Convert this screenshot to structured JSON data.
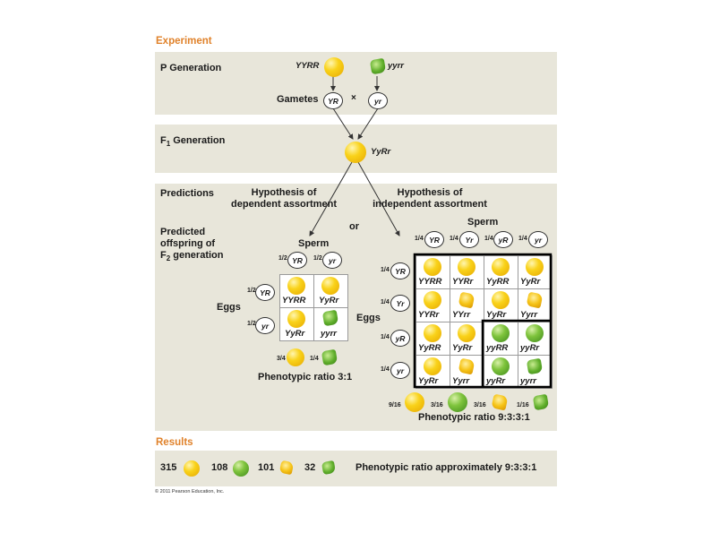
{
  "experiment_label": "Experiment",
  "p_generation": {
    "label": "P Generation",
    "parent1": "YYRR",
    "parent2": "yyrr",
    "gametes_label": "Gametes",
    "gamete1": "YR",
    "gamete2": "yr",
    "cross": "×"
  },
  "f1_generation": {
    "label_main": "F",
    "label_sub": "1",
    "label_rest": "Generation",
    "genotype": "YyRr"
  },
  "predictions": {
    "label": "Predictions",
    "dependent_line1": "Hypothesis of",
    "dependent_line2": "dependent assortment",
    "independent_line1": "Hypothesis of",
    "independent_line2": "independent assortment",
    "or": "or",
    "offspring_line1": "Predicted",
    "offspring_line2": "offspring of",
    "offspring_line3_main": "F",
    "offspring_line3_sub": "2",
    "offspring_line3_rest": "generation"
  },
  "dependent_square": {
    "sperm_label": "Sperm",
    "eggs_label": "Eggs",
    "sperm_fracs": [
      "1/2",
      "1/2"
    ],
    "sperm": [
      "YR",
      "yr"
    ],
    "egg_fracs": [
      "1/2",
      "1/2"
    ],
    "eggs": [
      "YR",
      "yr"
    ],
    "cells": [
      [
        "YYRR",
        "YyRr"
      ],
      [
        "YyRr",
        "yyrr"
      ]
    ],
    "ratio_fracs": [
      "3/4",
      "1/4"
    ],
    "ratio_label": "Phenotypic ratio 3:1"
  },
  "independent_square": {
    "sperm_label": "Sperm",
    "eggs_label": "Eggs",
    "sperm_fracs": [
      "1/4",
      "1/4",
      "1/4",
      "1/4"
    ],
    "sperm": [
      "YR",
      "Yr",
      "yR",
      "yr"
    ],
    "egg_fracs": [
      "1/4",
      "1/4",
      "1/4",
      "1/4"
    ],
    "eggs": [
      "YR",
      "Yr",
      "yR",
      "yr"
    ],
    "cells": [
      [
        "YYRR",
        "YYRr",
        "YyRR",
        "YyRr"
      ],
      [
        "YYRr",
        "YYrr",
        "YyRr",
        "Yyrr"
      ],
      [
        "YyRR",
        "YyRr",
        "yyRR",
        "yyRr"
      ],
      [
        "YyRr",
        "Yyrr",
        "yyRr",
        "yyrr"
      ]
    ],
    "ratio_fracs": [
      "9/16",
      "3/16",
      "3/16",
      "1/16"
    ],
    "ratio_label": "Phenotypic ratio 9:3:3:1"
  },
  "results": {
    "label": "Results",
    "counts": [
      "315",
      "108",
      "101",
      "32"
    ],
    "ratio_label": "Phenotypic ratio approximately 9:3:3:1"
  },
  "copyright": "© 2011 Pearson Education, Inc."
}
